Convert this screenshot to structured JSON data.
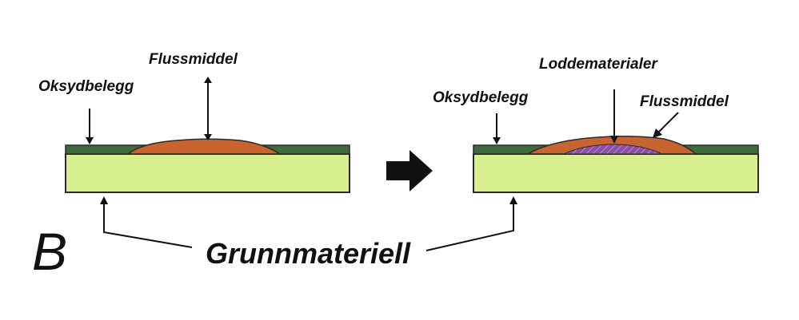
{
  "colors": {
    "base": "#d7ef8f",
    "oxide": "#3f6b3b",
    "flux": "#c8642f",
    "solder": "#8a4fa7",
    "outline": "#2a2a2a",
    "arrow": "#111111"
  },
  "diagram": {
    "letter": "B",
    "base_material_label": "Grunnmateriell",
    "left_panel": {
      "oxide_label": "Oksydbelegg",
      "flux_label": "Flussmiddel"
    },
    "right_panel": {
      "oxide_label": "Oksydbelegg",
      "solder_label": "Loddematerialer",
      "flux_label": "Flussmiddel"
    }
  }
}
